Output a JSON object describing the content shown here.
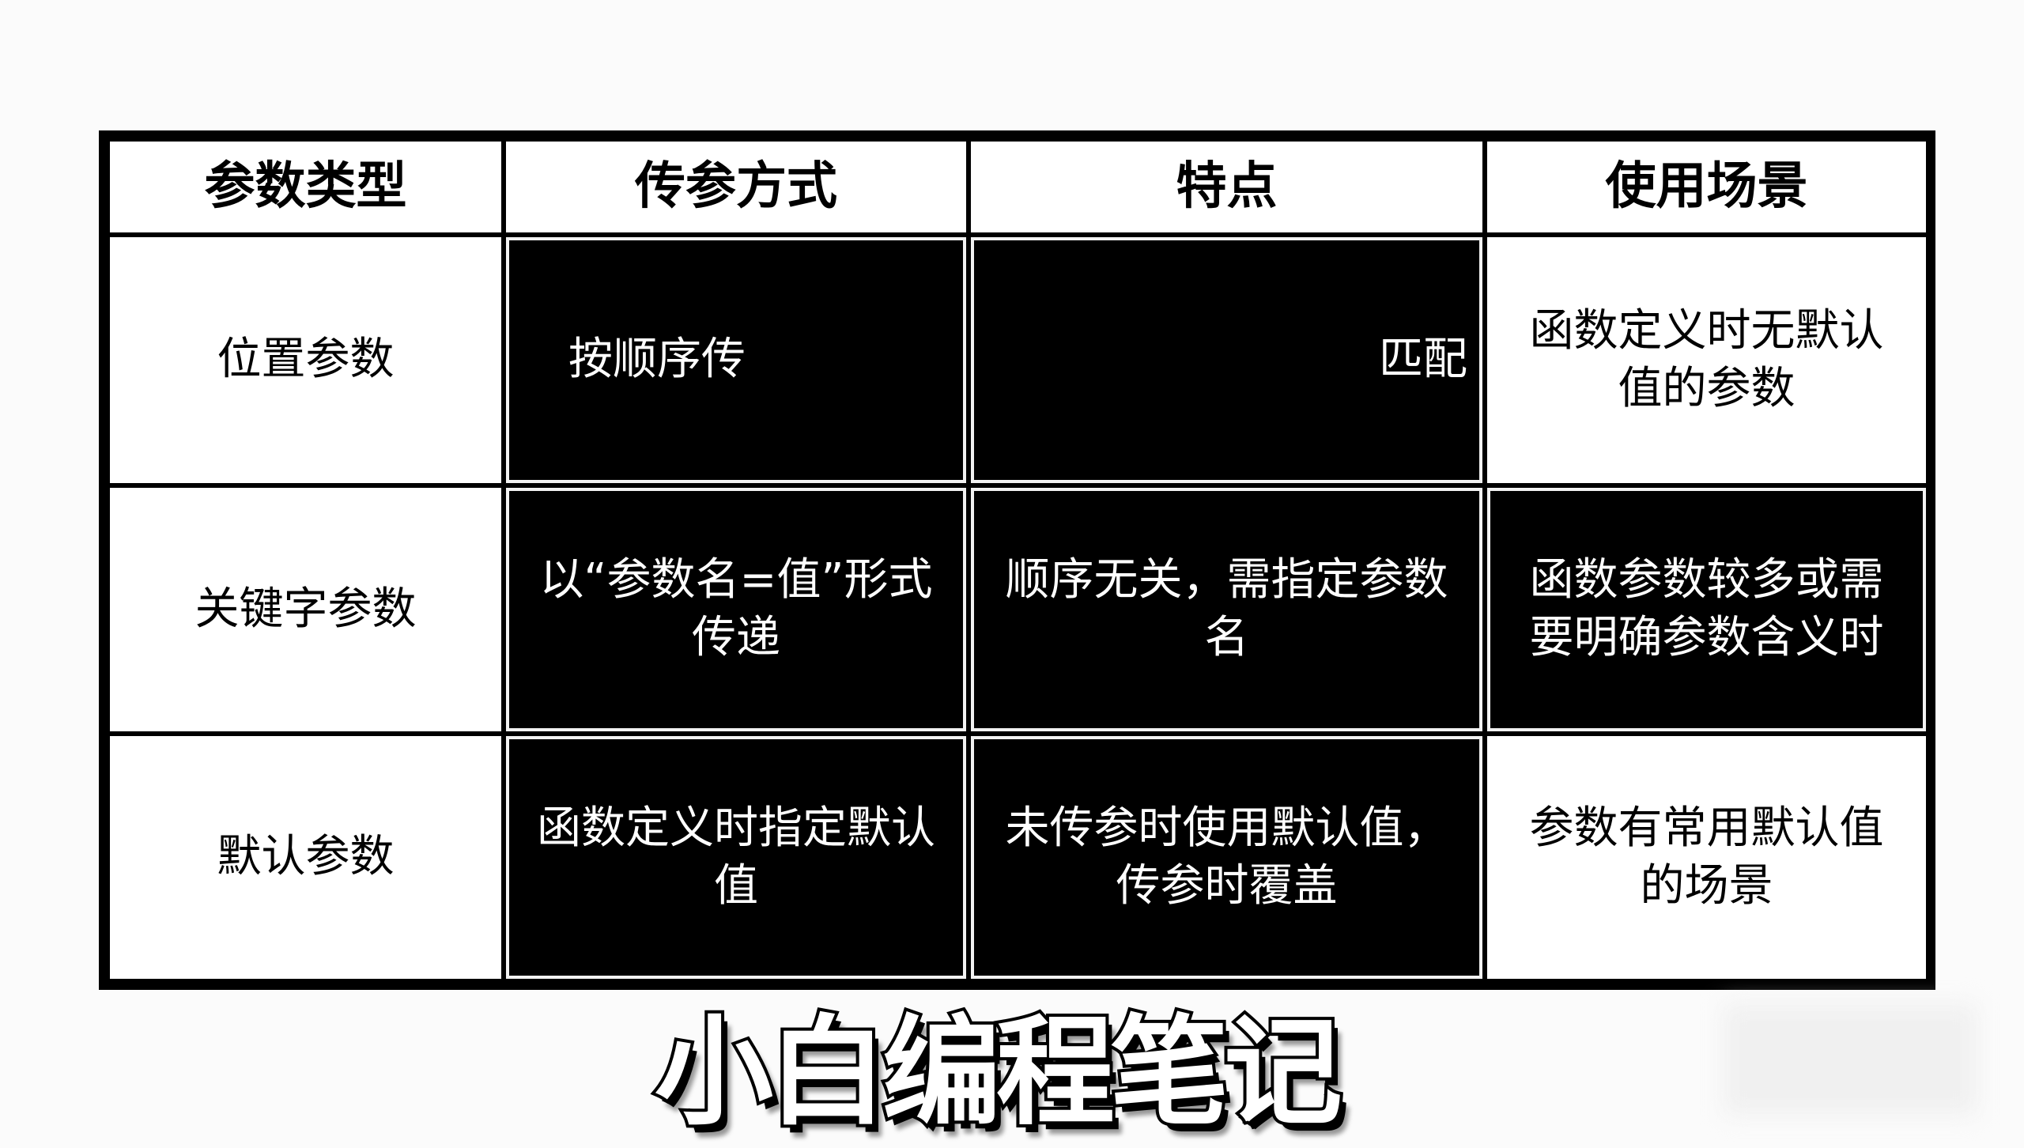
{
  "table": {
    "headers": [
      "参数类型",
      "传参方式",
      "特点",
      "使用场景"
    ],
    "rows": [
      [
        "位置参数",
        "按顺序传",
        "匹配",
        "函数定义时无默认值的参数"
      ],
      [
        "关键字参数",
        "以“参数名=值”形式传递",
        "顺序无关，需指定参数名",
        "函数参数较多或需要明确参数含义时"
      ],
      [
        "默认参数",
        "函数定义时指定默认值",
        "未传参时使用默认值，传参时覆盖",
        "参数有常用默认值的场景"
      ]
    ]
  },
  "caption": "小白编程笔记"
}
